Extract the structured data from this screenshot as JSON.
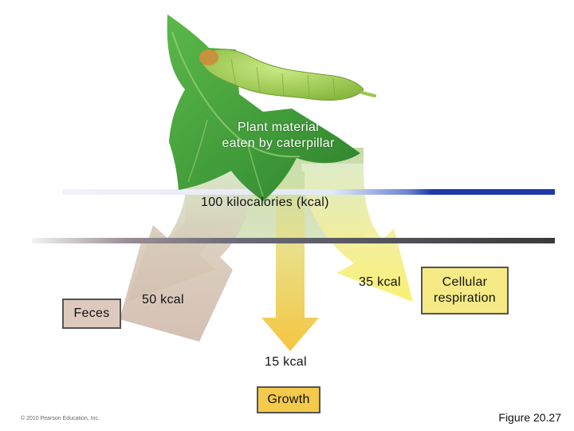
{
  "leaf_label": {
    "line1": "Plant material",
    "line2": "eaten by caterpillar"
  },
  "intake_label": "100 kilocalories (kcal)",
  "flows": {
    "feces": {
      "amount_label": "50 kcal",
      "box_label": "Feces"
    },
    "respiration": {
      "amount_label": "35 kcal",
      "box_line1": "Cellular",
      "box_line2": "respiration"
    },
    "growth": {
      "amount_label": "15 kcal",
      "box_label": "Growth"
    }
  },
  "footer": {
    "copyright": "© 2010 Pearson Education, Inc.",
    "figure": "Figure 20.27"
  },
  "colors": {
    "feces_arrow": "#d4bfb2",
    "respiration_arrow": "#f7ef7a",
    "growth_arrow": "#f6cc4a",
    "center_stream": "#c3d9a0",
    "feces_box": "#ddc9bd",
    "respiration_box": "#f6ea86",
    "growth_box": "#f4ca4c",
    "leaf": "#49a33d",
    "caterpillar": "#a8d45a",
    "blue_bar": "#1c3aa8",
    "dark_bar": "#3d3d3d"
  }
}
